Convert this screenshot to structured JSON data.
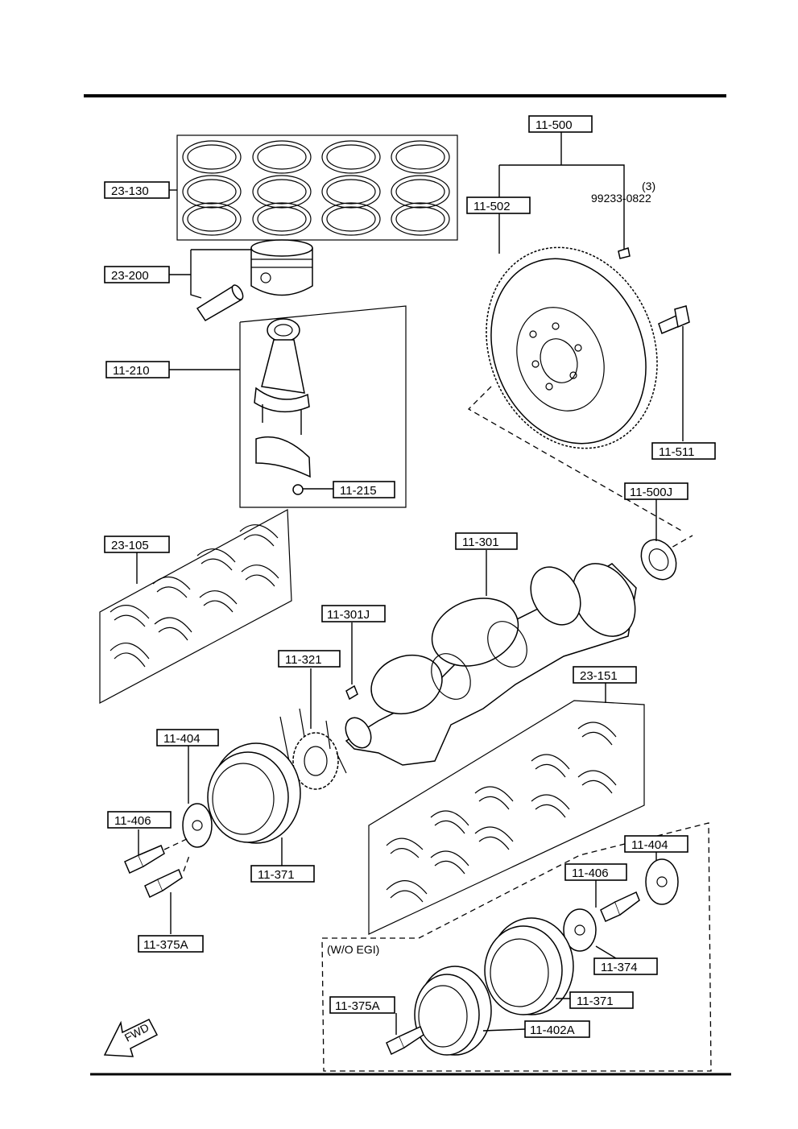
{
  "labels": {
    "l_23_130": "23-130",
    "l_23_200": "23-200",
    "l_11_210": "11-210",
    "l_11_215": "11-215",
    "l_23_105": "23-105",
    "l_11_500": "11-500",
    "l_11_502": "11-502",
    "l_11_511": "11-511",
    "l_11_500J": "11-500J",
    "l_11_301": "11-301",
    "l_11_301J": "11-301J",
    "l_11_321": "11-321",
    "l_11_404_a": "11-404",
    "l_11_406_a": "11-406",
    "l_11_371_a": "11-371",
    "l_11_375A_a": "11-375A",
    "l_23_151": "23-151",
    "l_11_404_b": "11-404",
    "l_11_406_b": "11-406",
    "l_11_374": "11-374",
    "l_11_371_b": "11-371",
    "l_11_375A_b": "11-375A",
    "l_11_402A": "11-402A"
  },
  "bolt_qty": "(3)",
  "bolt_part": "99233-0822",
  "variant_note": "(W/O EGI)",
  "fwd_text": "FWD"
}
